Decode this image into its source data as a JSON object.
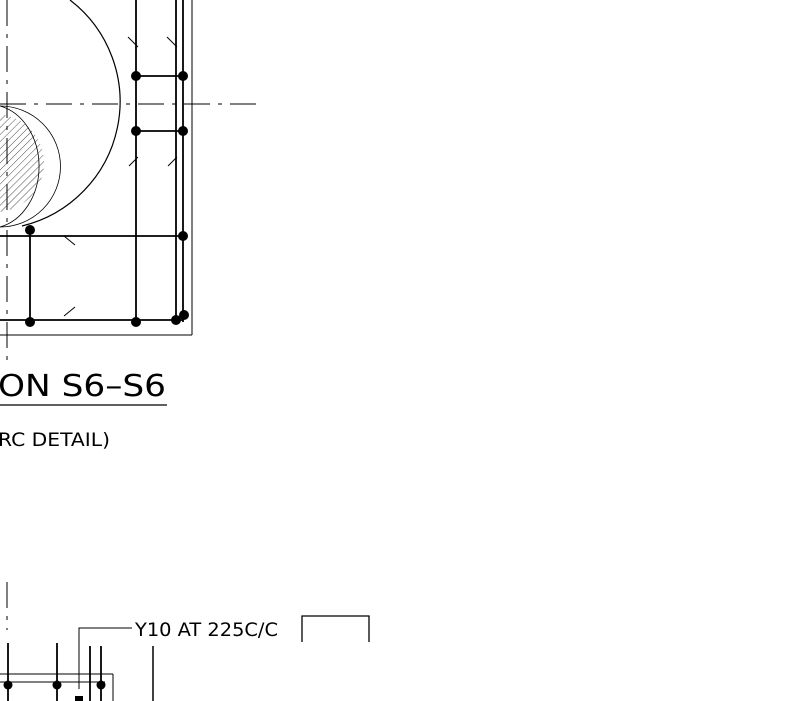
{
  "drawing": {
    "section_title": "ON  S6–S6",
    "section_subtitle": "RC  DETAIL)",
    "rebar_label": "Y10 AT 225C/C"
  },
  "colors": {
    "background": "#ffffff",
    "line": "#000000",
    "hatch": "#000000"
  }
}
